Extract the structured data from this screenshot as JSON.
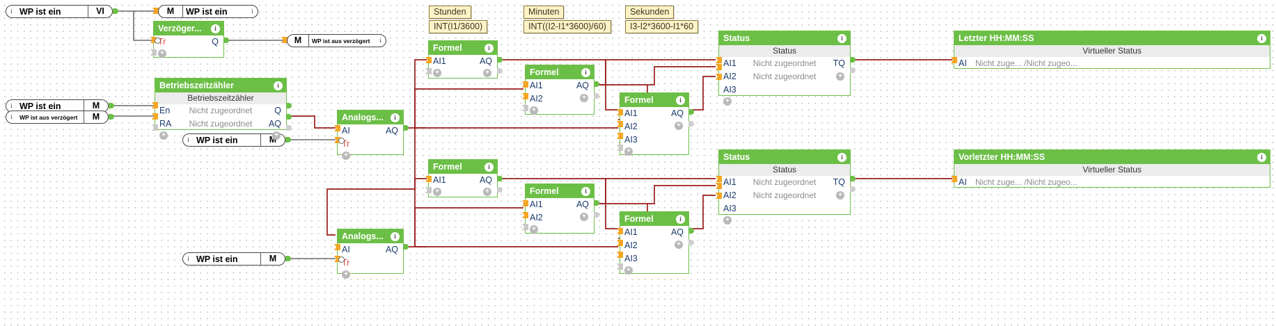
{
  "app": {
    "title": "FBD Program Canvas",
    "accent_green": "#6cbf46",
    "wire_red": "#9b1c1c",
    "wire_grey": "#6a6a6a",
    "note_bg": "#fbf3c7"
  },
  "notes": [
    {
      "id": "note-stunden-label",
      "text": "Stunden"
    },
    {
      "id": "note-stunden-formula",
      "text": "INT(I1/3600)"
    },
    {
      "id": "note-minuten-label",
      "text": "Minuten"
    },
    {
      "id": "note-minuten-formula",
      "text": "INT((I2-I1*3600)/60)"
    },
    {
      "id": "note-sekunden-label",
      "text": "Sekunden"
    },
    {
      "id": "note-sekunden-formula",
      "text": "I3-I2*3600-I1*60"
    }
  ],
  "tags": [
    {
      "id": "tag-wp-ist-ein-vi",
      "name": "WP ist ein",
      "type": "VI",
      "icon": "i",
      "side": "left"
    },
    {
      "id": "tag-wp-ist-ein-m-top",
      "name": "WP ist ein",
      "type": "M",
      "icon": "i",
      "side": "right"
    },
    {
      "id": "tag-wp-ist-aus-verz-m",
      "name": "WP ist aus verzögert",
      "type": "M",
      "icon": "i",
      "side": "right"
    },
    {
      "id": "tag-wp-ist-ein-m-left",
      "name": "WP ist ein",
      "type": "M",
      "icon": "i",
      "side": "left"
    },
    {
      "id": "tag-wp-ist-aus-verz-left",
      "name": "WP ist aus verzögert",
      "type": "M",
      "icon": "i",
      "side": "left"
    },
    {
      "id": "tag-wp-ist-ein-m-mid",
      "name": "WP ist ein",
      "type": "M",
      "icon": "i",
      "side": "left"
    },
    {
      "id": "tag-wp-ist-ein-m-bottom",
      "name": "WP ist ein",
      "type": "M",
      "icon": "i",
      "side": "left"
    }
  ],
  "blocks": {
    "verzoegerung": {
      "id": "block-verzoegerung",
      "title": "Verzöger...",
      "info": "i",
      "inputs": [
        "Tr"
      ],
      "outputs": [
        "Q"
      ]
    },
    "betriebszeitzaehler": {
      "id": "block-betriebszeitzaehler",
      "title": "Betriebszeitzähler",
      "subtitle": "Betriebszeitzähler",
      "info": "i",
      "rows": [
        {
          "in": "En",
          "mid": "Nicht zugeordnet",
          "out": "Q"
        },
        {
          "in": "RA",
          "mid": "Nicht zugeordnet",
          "out": "AQ"
        }
      ]
    },
    "analog_top": {
      "id": "block-analogschwellwertschalter-top",
      "title": "Analogs...",
      "info": "i",
      "rows": [
        {
          "in": "AI",
          "out": "AQ"
        },
        {
          "in": "Tr",
          "out": ""
        }
      ]
    },
    "analog_bottom": {
      "id": "block-analogschwellwertschalter-bottom",
      "title": "Analogs...",
      "info": "i",
      "rows": [
        {
          "in": "AI",
          "out": "AQ"
        },
        {
          "in": "Tr",
          "out": ""
        }
      ]
    },
    "formel_top_1": {
      "id": "block-formel-top-1",
      "title": "Formel",
      "info": "i",
      "inputs": [
        "AI1"
      ],
      "outputs": [
        "AQ"
      ]
    },
    "formel_top_2": {
      "id": "block-formel-top-2",
      "title": "Formel",
      "info": "i",
      "inputs": [
        "AI1",
        "AI2"
      ],
      "outputs": [
        "AQ"
      ]
    },
    "formel_top_3": {
      "id": "block-formel-top-3",
      "title": "Formel",
      "info": "i",
      "inputs": [
        "AI1",
        "AI2",
        "AI3"
      ],
      "outputs": [
        "AQ"
      ]
    },
    "formel_bottom_1": {
      "id": "block-formel-bottom-1",
      "title": "Formel",
      "info": "i",
      "inputs": [
        "AI1"
      ],
      "outputs": [
        "AQ"
      ]
    },
    "formel_bottom_2": {
      "id": "block-formel-bottom-2",
      "title": "Formel",
      "info": "i",
      "inputs": [
        "AI1",
        "AI2"
      ],
      "outputs": [
        "AQ"
      ]
    },
    "formel_bottom_3": {
      "id": "block-formel-bottom-3",
      "title": "Formel",
      "info": "i",
      "inputs": [
        "AI1",
        "AI2",
        "AI3"
      ],
      "outputs": [
        "AQ"
      ]
    },
    "status_top": {
      "id": "block-status-top",
      "title": "Status",
      "subtitle": "Status",
      "info": "i",
      "rows": [
        {
          "in": "AI1",
          "mid": "Nicht zugeordnet",
          "out": "TQ"
        },
        {
          "in": "AI2",
          "mid": "Nicht zugeordnet",
          "out": ""
        },
        {
          "in": "AI3",
          "mid": "",
          "out": ""
        }
      ]
    },
    "status_bottom": {
      "id": "block-status-bottom",
      "title": "Status",
      "subtitle": "Status",
      "info": "i",
      "rows": [
        {
          "in": "AI1",
          "mid": "Nicht zugeordnet",
          "out": "TQ"
        },
        {
          "in": "AI2",
          "mid": "Nicht zugeordnet",
          "out": ""
        },
        {
          "in": "AI3",
          "mid": "",
          "out": ""
        }
      ]
    },
    "letzter": {
      "id": "block-letzter-hhmmss",
      "title": "Letzter HH:MM:SS",
      "subtitle": "Virtueller Status",
      "info": "i",
      "rows": [
        {
          "in": "AI",
          "mid": "Nicht zuge...  /Nicht zugeo...",
          "out": ""
        }
      ]
    },
    "vorletzter": {
      "id": "block-vorletzter-hhmmss",
      "title": "Vorletzter HH:MM:SS",
      "subtitle": "Virtueller Status",
      "info": "i",
      "rows": [
        {
          "in": "AI",
          "mid": "Nicht zuge...  /Nicht zugeo...",
          "out": ""
        }
      ]
    }
  }
}
